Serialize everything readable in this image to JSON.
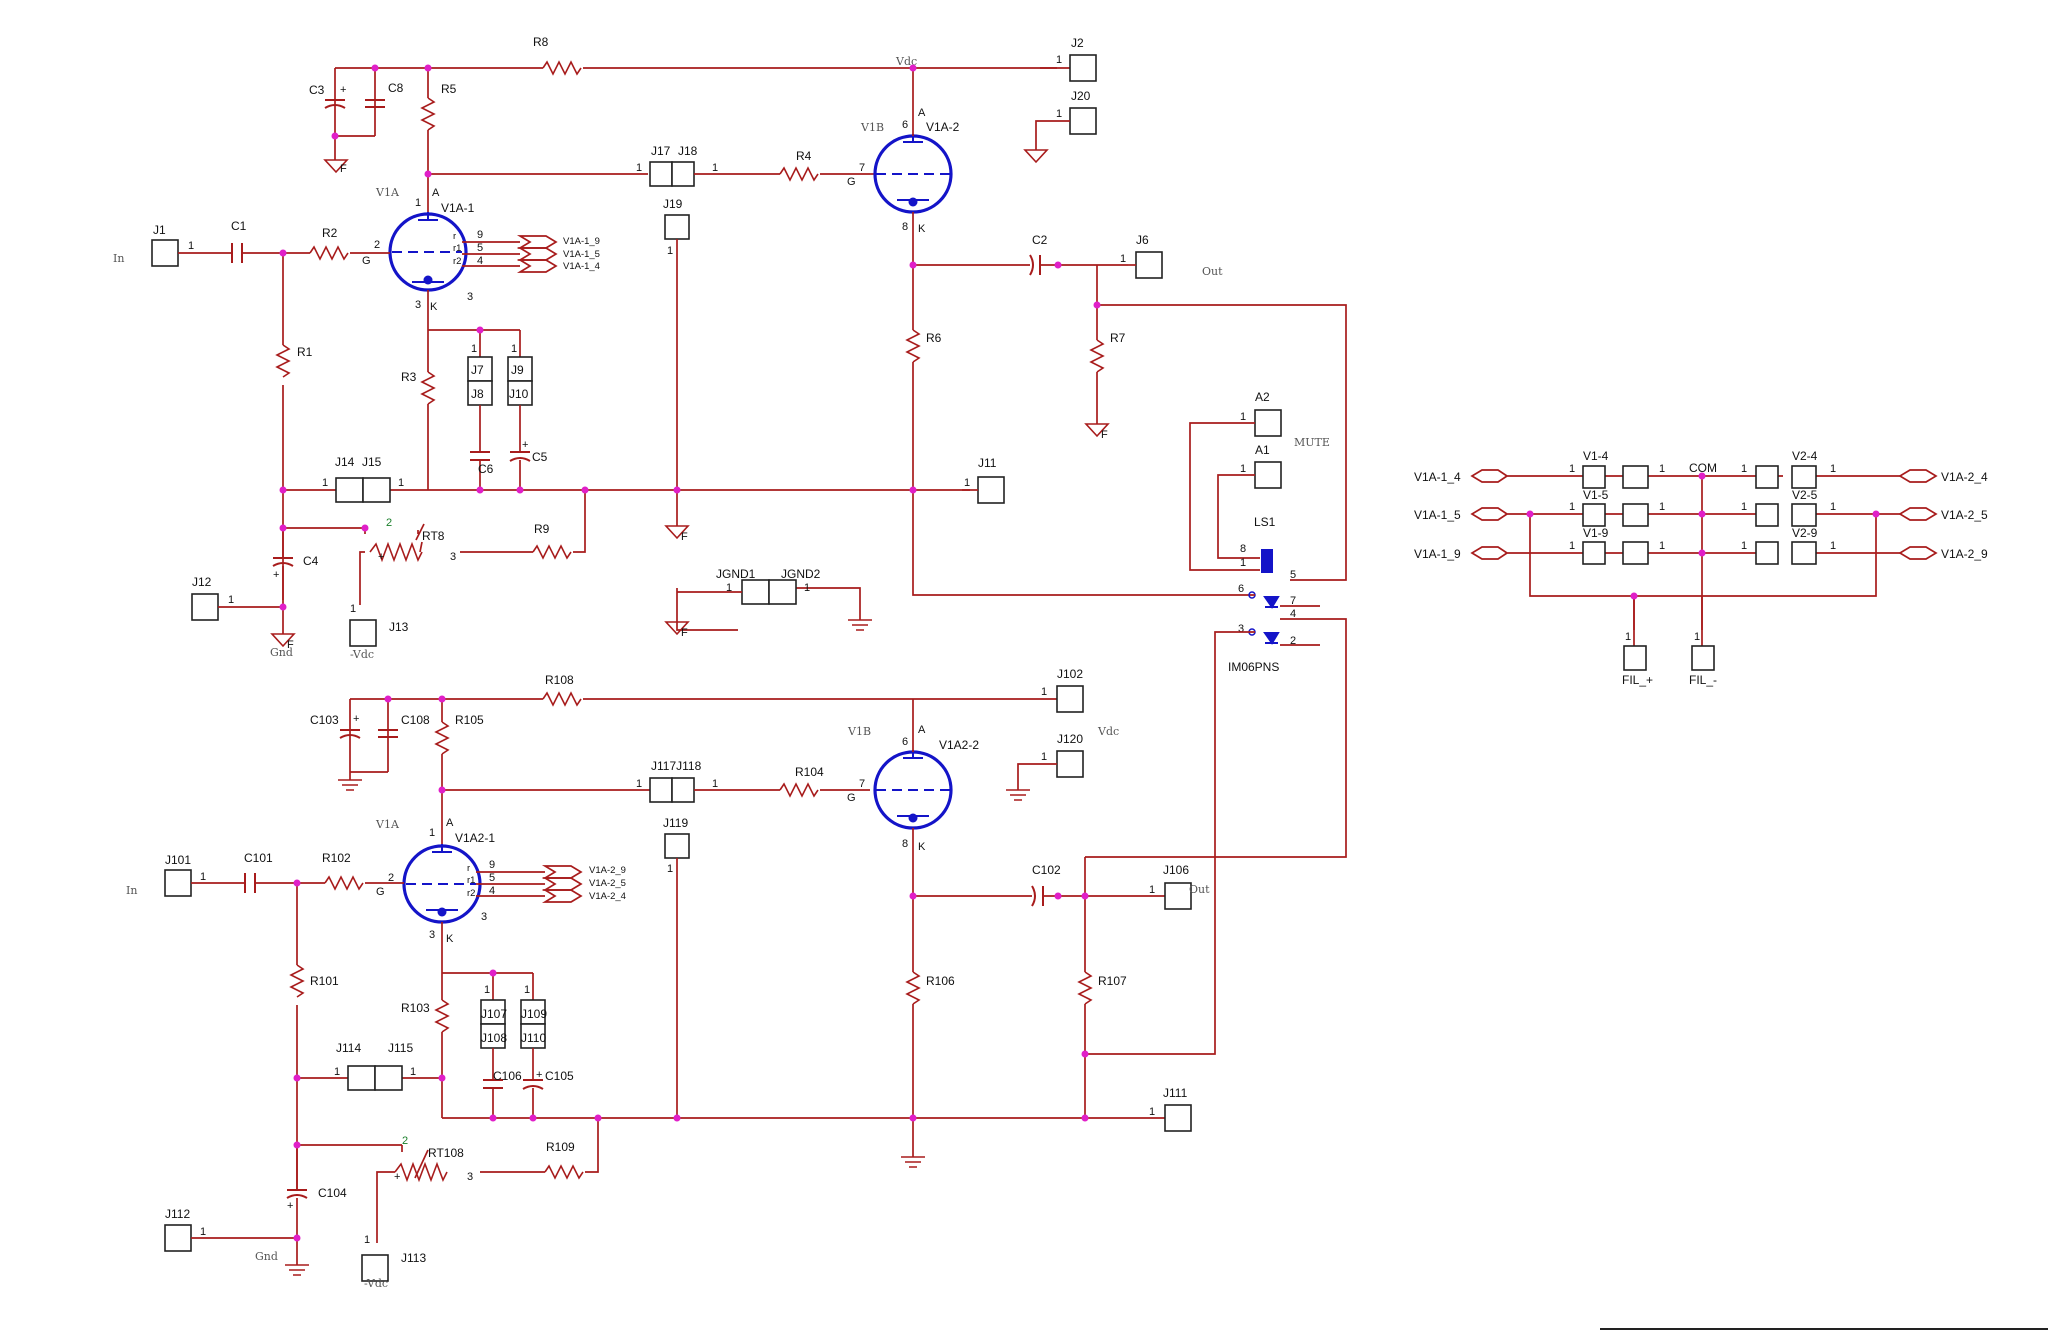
{
  "tubes": {
    "v1a_1": {
      "ref": "V1A-1",
      "section": "V1A",
      "pins": {
        "a": "1",
        "a_letter": "A",
        "g": "2",
        "g_letter": "G",
        "k": "3",
        "k_letter": "K",
        "k2": "3",
        "f1": "9",
        "f2": "5",
        "f3": "4",
        "r": "r",
        "r1": "r1",
        "r2": "r2"
      }
    },
    "v1a_2": {
      "ref": "V1A-2",
      "section": "V1B",
      "pins": {
        "a": "6",
        "a_letter": "A",
        "g": "7",
        "g_letter": "G",
        "k": "8",
        "k_letter": "K"
      }
    },
    "v1a2_1": {
      "ref": "V1A2-1",
      "section": "V1A",
      "pins": {
        "a": "1",
        "a_letter": "A",
        "g": "2",
        "g_letter": "G",
        "k": "3",
        "k_letter": "K",
        "k2": "3",
        "f1": "9",
        "f2": "5",
        "f3": "4",
        "r": "r",
        "r1": "r1",
        "r2": "r2"
      }
    },
    "v1a2_2": {
      "ref": "V1A2-2",
      "section": "V1B",
      "pins": {
        "a": "6",
        "a_letter": "A",
        "g": "7",
        "g_letter": "G",
        "k": "8",
        "k_letter": "K"
      }
    }
  },
  "resistors": {
    "r1": "R1",
    "r2": "R2",
    "r3": "R3",
    "r4": "R4",
    "r5": "R5",
    "r6": "R6",
    "r7": "R7",
    "r8": "R8",
    "r9": "R9",
    "r101": "R101",
    "r102": "R102",
    "r103": "R103",
    "r104": "R104",
    "r105": "R105",
    "r106": "R106",
    "r107": "R107",
    "r108": "R108",
    "r109": "R109"
  },
  "pots": {
    "rt8": "RT8",
    "rt108": "RT108",
    "p_plus": "+",
    "p_wiper": "2",
    "p_end": "3"
  },
  "capacitors": {
    "c1": "C1",
    "c2": "C2",
    "c3": "C3",
    "c4": "C4",
    "c5": "C5",
    "c6": "C6",
    "c8": "C8",
    "c101": "C101",
    "c102": "C102",
    "c103": "C103",
    "c104": "C104",
    "c105": "C105",
    "c106": "C106",
    "c108": "C108",
    "plus": "+"
  },
  "connectors": {
    "j1": "J1",
    "j2": "J2",
    "j6": "J6",
    "j7": "J7",
    "j8": "J8",
    "j9": "J9",
    "j10": "J10",
    "j11": "J11",
    "j12": "J12",
    "j13": "J13",
    "j14": "J14",
    "j15": "J15",
    "j17": "J17",
    "j18": "J18",
    "j19": "J19",
    "j20": "J20",
    "j101": "J101",
    "j102": "J102",
    "j106": "J106",
    "j107": "J107",
    "j108": "J108",
    "j109": "J109",
    "j110": "J110",
    "j111": "J111",
    "j112": "J112",
    "j113": "J113",
    "j114": "J114",
    "j115": "J115",
    "j117j118": "J117J118",
    "j119": "J119",
    "j120": "J120",
    "jgnd1": "JGND1",
    "jgnd2": "JGND2",
    "a1": "A1",
    "a2": "A2",
    "pin1": "1"
  },
  "nets": {
    "in": "In",
    "out": "Out",
    "vdc": "Vdc",
    "neg_vdc": "-Vdc",
    "gnd": "Gnd",
    "mute": "MUTE",
    "gnd_f": "F"
  },
  "relay": {
    "ls1": "LS1",
    "ref": "IM06PNS",
    "p8": "8",
    "p1": "1",
    "p5": "5",
    "p6": "6",
    "p7": "7",
    "p4": "4",
    "p3": "3",
    "p2": "2"
  },
  "filament": {
    "left_ports": [
      "V1A-1_4",
      "V1A-1_5",
      "V1A-1_9"
    ],
    "right_ports": [
      "V1A-2_4",
      "V1A-2_5",
      "V1A-2_9"
    ],
    "left_jumpers": [
      "V1-4",
      "V1-5",
      "V1-9"
    ],
    "right_jumpers": [
      "V2-4",
      "V2-5",
      "V2-9"
    ],
    "com": "COM",
    "fil_plus": "FIL_+",
    "fil_minus": "FIL_-"
  },
  "tube_port_tags": {
    "top": [
      "V1A-1_9",
      "V1A-1_5",
      "V1A-1_4"
    ],
    "bottom": [
      "V1A-2_9",
      "V1A-2_5",
      "V1A-2_4"
    ]
  }
}
